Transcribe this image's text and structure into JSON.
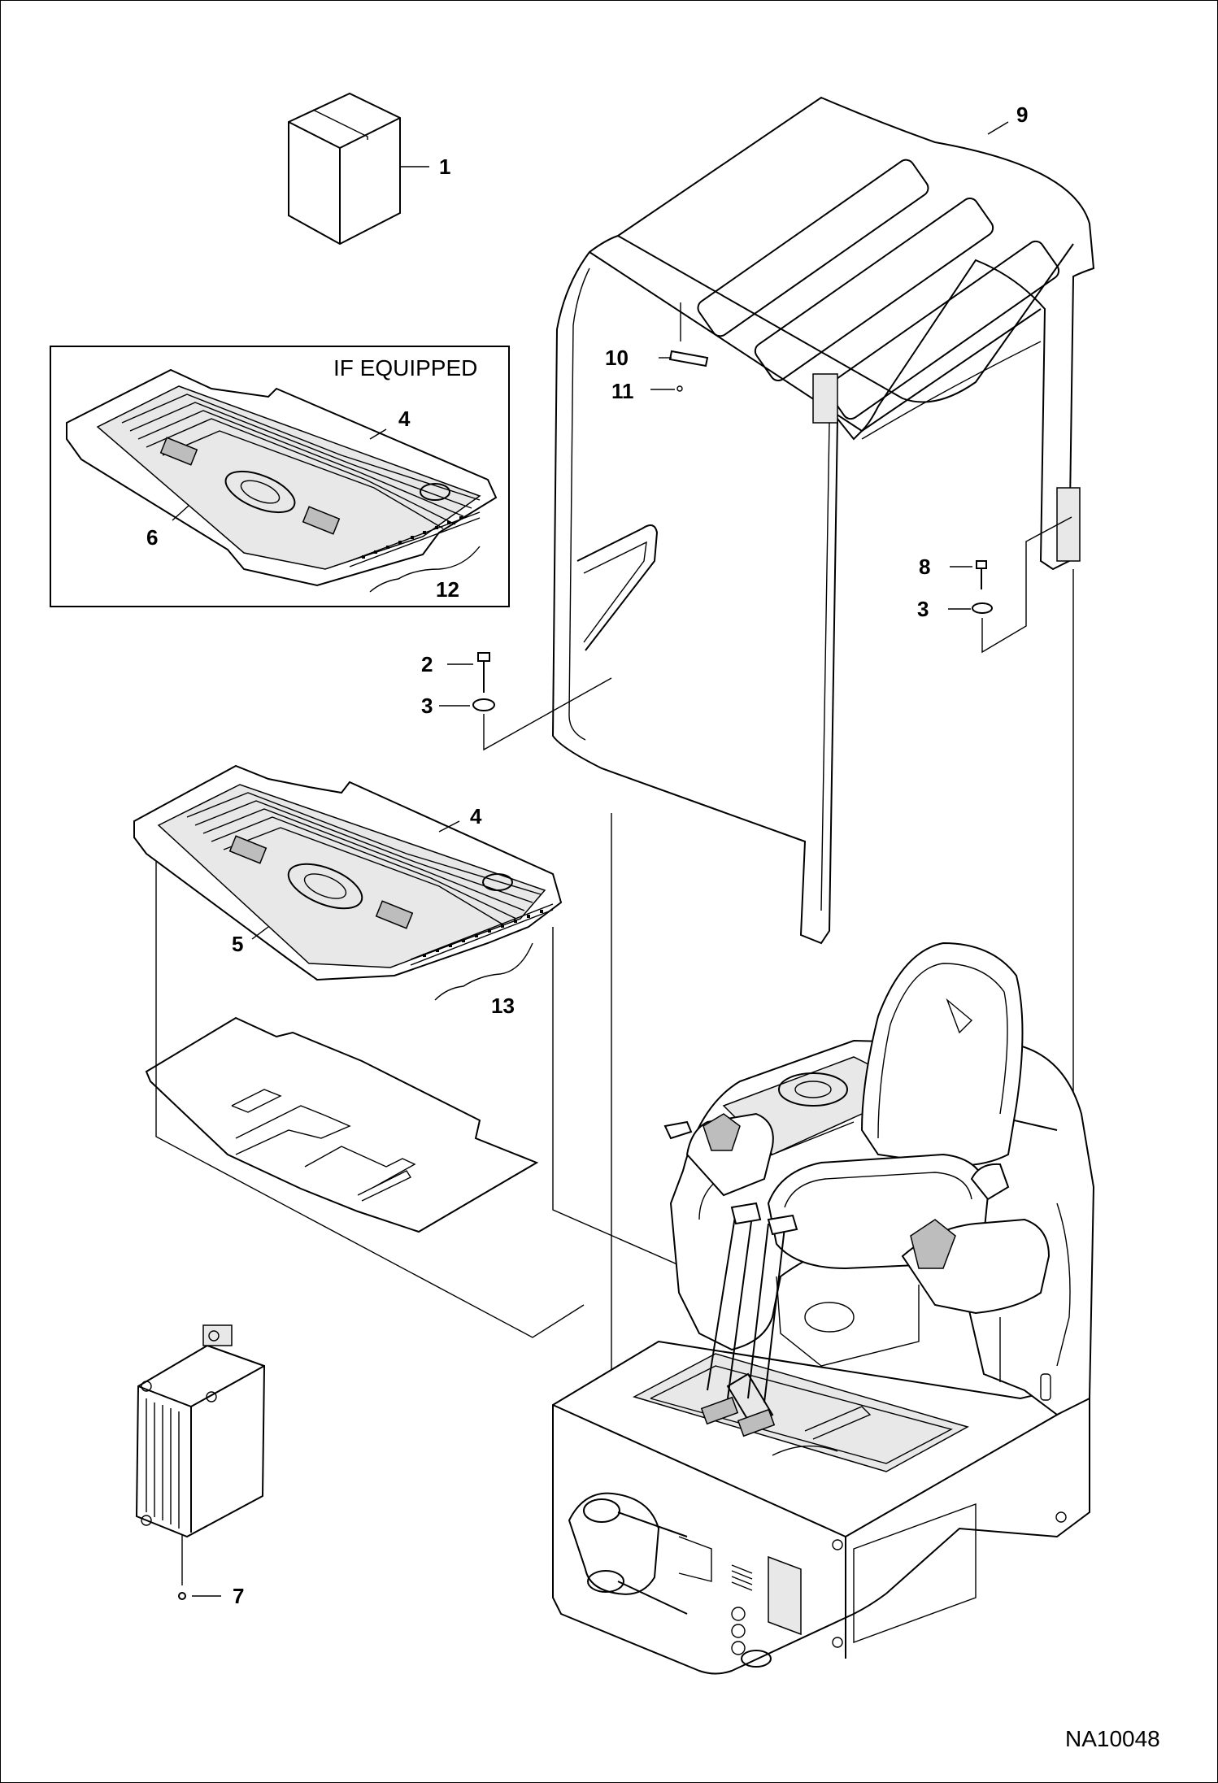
{
  "callouts": {
    "c1": "1",
    "c2": "2",
    "c3a": "3",
    "c3b": "3",
    "c4a": "4",
    "c4b": "4",
    "c5": "5",
    "c6": "6",
    "c7": "7",
    "c8": "8",
    "c9": "9",
    "c10": "10",
    "c11": "11",
    "c12": "12",
    "c13": "13"
  },
  "inset": {
    "label": "IF EQUIPPED"
  },
  "drawing_id": "NA10048"
}
